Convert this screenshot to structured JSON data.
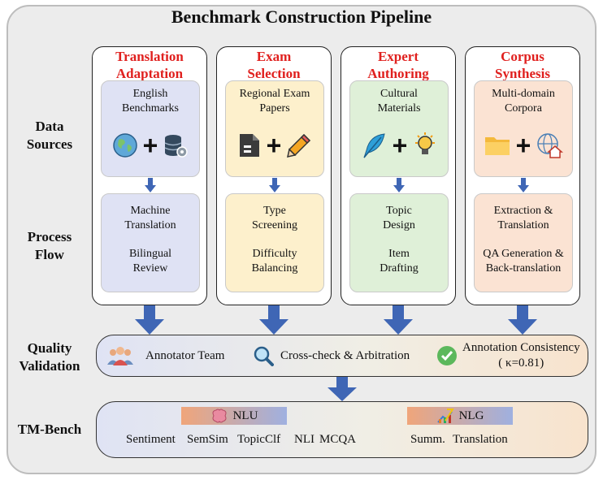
{
  "title": "Benchmark Construction Pipeline",
  "row_labels": {
    "data_sources": [
      "Data",
      "Sources"
    ],
    "process_flow": [
      "Process",
      "Flow"
    ],
    "quality_validation": [
      "Quality",
      "Validation"
    ],
    "tm_bench": "TM-Bench"
  },
  "columns": [
    {
      "title": [
        "Translation",
        "Adaptation"
      ],
      "source": [
        "English",
        "Benchmarks"
      ],
      "icons": [
        "globe-icon",
        "database-gear-icon"
      ],
      "steps": [
        [
          "Machine",
          "Translation"
        ],
        [
          "Bilingual",
          "Review"
        ]
      ],
      "color": "#dfe2f4"
    },
    {
      "title": [
        "Exam",
        "Selection"
      ],
      "source": [
        "Regional Exam",
        "Papers"
      ],
      "icons": [
        "document-icon",
        "pencil-icon"
      ],
      "steps": [
        [
          "Type",
          "Screening"
        ],
        [
          "Difficulty",
          "Balancing"
        ]
      ],
      "color": "#fdf0cc"
    },
    {
      "title": [
        "Expert",
        "Authoring"
      ],
      "source": [
        "Cultural",
        "Materials"
      ],
      "icons": [
        "feather-icon",
        "lightbulb-icon"
      ],
      "steps": [
        [
          "Topic",
          "Design"
        ],
        [
          "Item",
          "Drafting"
        ]
      ],
      "color": "#dff0d8"
    },
    {
      "title": [
        "Corpus",
        "Synthesis"
      ],
      "source": [
        "Multi-domain",
        "Corpora"
      ],
      "icons": [
        "folder-icon",
        "web-home-icon"
      ],
      "steps": [
        [
          "Extraction &",
          "Translation"
        ],
        [
          "QA Generation &",
          "Back-translation"
        ]
      ],
      "color": "#fbe3d3"
    }
  ],
  "quality": {
    "annotator": "Annotator Team",
    "crosscheck": "Cross-check & Arbitration",
    "consistency": [
      "Annotation Consistency",
      "( κ=0.81)"
    ]
  },
  "tm_bench": {
    "nlu_label": "NLU",
    "nlg_label": "NLG",
    "nlu_tasks": [
      "Sentiment",
      "SemSim",
      "TopicClf",
      "NLI",
      "MCQA"
    ],
    "nlg_tasks": [
      "Summ.",
      "Translation"
    ]
  },
  "colors": {
    "title_red": "#e0201e",
    "arrow_blue": "#3f66b5"
  }
}
